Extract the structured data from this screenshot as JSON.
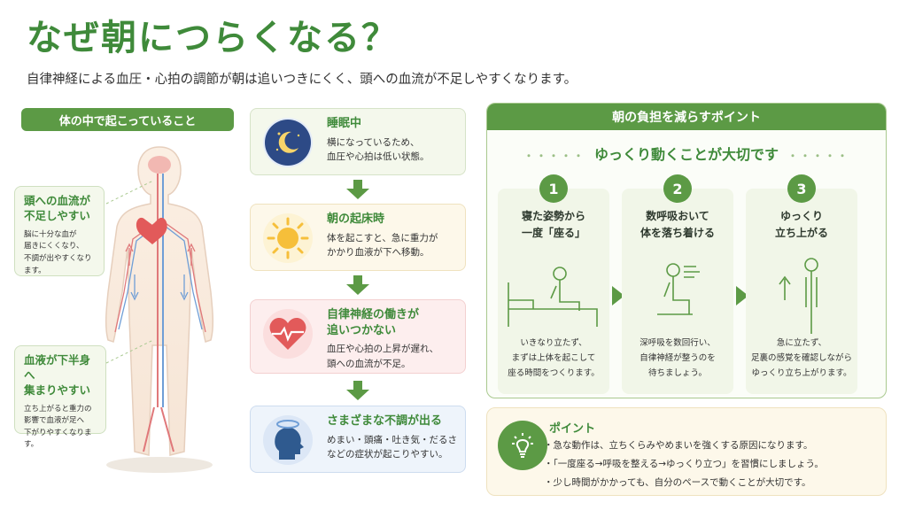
{
  "title": "なぜ朝につらくなる？",
  "subtitle": "自律神経による血圧・心拍の調節が朝は追いつきにくく、頭への血流が不足しやすくなります。",
  "left": {
    "header": "体の中で起こっていること",
    "callouts": [
      {
        "title": "頭への血流が\n不足しやすい",
        "text": "脳に十分な血が\n届きにくくなり、\n不調が出やすくなります。"
      },
      {
        "title": "血液が下半身へ\n集まりやすい",
        "text": "立ち上がると重力の\n影響で血液が足へ\n下がりやすくなります。"
      }
    ]
  },
  "steps": [
    {
      "title": "睡眠中",
      "text": "横になっているため、\n血圧や心拍は低い状態。",
      "icon": "moon-stars-icon"
    },
    {
      "title": "朝の起床時",
      "text": "体を起こすと、急に重力が\nかかり血液が下へ移動。",
      "icon": "sun-icon"
    },
    {
      "title": "自律神経の働きが\n追いつかない",
      "text": "血圧や心拍の上昇が遅れ、\n頭への血流が不足。",
      "icon": "heart-pulse-icon"
    },
    {
      "title": "さまざまな不調が出る",
      "text": "めまい・頭痛・吐き気・だるさ\nなどの症状が起こりやすい。",
      "icon": "dizzy-head-icon"
    }
  ],
  "right": {
    "header": "朝の負担を減らすポイント",
    "subheading": "ゆっくり動くことが大切です",
    "cards": [
      {
        "num": "1",
        "title": "寝た姿勢から\n一度「座る」",
        "text": "いきなり立たず、\nまずは上体を起こして\n座る時間をつくります。"
      },
      {
        "num": "2",
        "title": "数呼吸おいて\n体を落ち着ける",
        "text": "深呼吸を数回行い、\n自律神経が整うのを\n待ちましょう。"
      },
      {
        "num": "3",
        "title": "ゆっくり\n立ち上がる",
        "text": "急に立たず、\n足裏の感覚を確認しながら\nゆっくり立ち上がります。"
      }
    ]
  },
  "point": {
    "title": "ポイント",
    "items": [
      "・急な動作は、立ちくらみやめまいを強くする原因になります。",
      "・「一度座る→呼吸を整える→ゆっくり立つ」を習慣にしましょう。",
      "・少し時間がかかっても、自分のペースで動くことが大切です。"
    ]
  },
  "colors": {
    "accent": "#5c9a45",
    "title": "#3f8a3a",
    "heart": "#e25a5a"
  }
}
